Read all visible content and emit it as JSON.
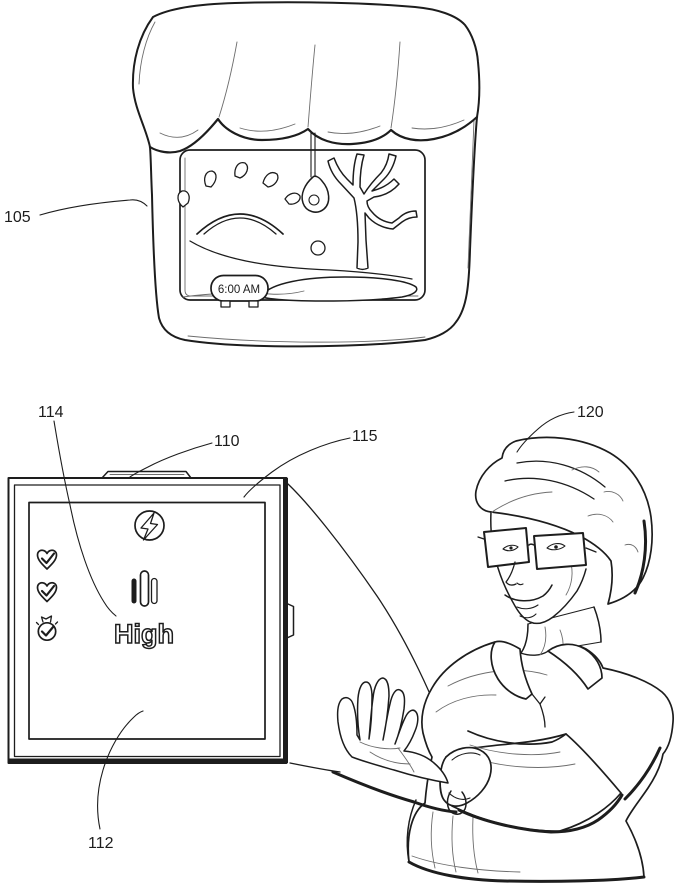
{
  "colors": {
    "background": "#ffffff",
    "ink": "#1d1d1d"
  },
  "reference_labels": {
    "storefront_icon": "105",
    "projector_device": "110",
    "projected_display": "112",
    "intensity_indicator": "114",
    "display_screen": "115",
    "user": "120"
  },
  "storefront_scene": {
    "alarm_clock_time": "6:00 AM",
    "icons": [
      "awning-icon",
      "sunrise-icon",
      "pendant-lamp-icon",
      "tree-icon",
      "alarm-clock-icon"
    ]
  },
  "projected_screen": {
    "power_icon": "lightning-bolt-circle-icon",
    "checklist_icons": [
      "heart-check-icon",
      "heart-check-icon",
      "stopwatch-check-icon"
    ],
    "level_meter_icon": "audio-level-bars-icon",
    "level_value": "High"
  },
  "user_figure": {
    "wearable_icon": "wrist-projector-watch-icon"
  }
}
